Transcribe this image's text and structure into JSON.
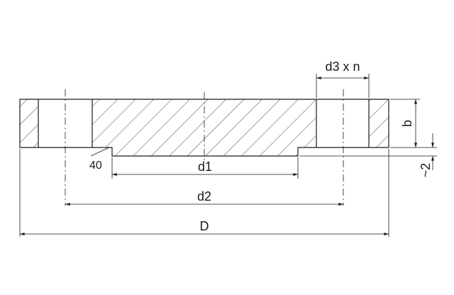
{
  "drawing": {
    "labels": {
      "d3n": "d3 x n",
      "b": "b",
      "angle": "40",
      "d1": "d1",
      "d2": "d2",
      "D": "D",
      "offset": "~2"
    }
  }
}
